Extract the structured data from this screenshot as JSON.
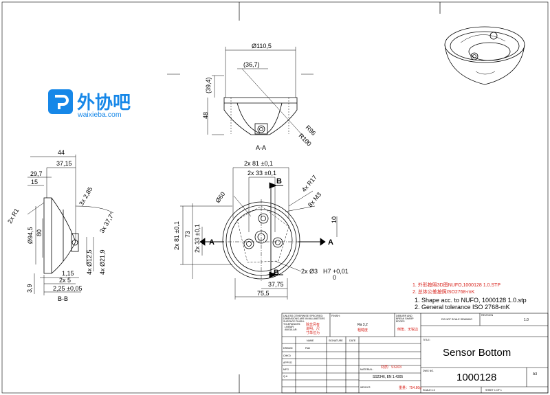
{
  "logo": {
    "name_cn": "外协吧",
    "url": "waixieba.com"
  },
  "section_a": {
    "label": "A-A",
    "dims": {
      "d_outer": "Ø110,5",
      "inner": "(36,7)",
      "h1": "(39,4)",
      "h2": "48",
      "r1": "R96",
      "r2": "R100"
    }
  },
  "section_b": {
    "label": "B-B",
    "dims": {
      "w44": "44",
      "w3715": "37,15",
      "w297": "29,7",
      "w15": "15",
      "r1": "2x R1",
      "c285": "3x 2,85",
      "ang": "3x 37,7°",
      "d945": "Ø94,5",
      "h80": "80",
      "d125": "4x Ø12,5",
      "d219": "4x Ø21,9",
      "t39": "3,9",
      "t115": "1,15",
      "t25": "2x 5",
      "t225": "2,25 ±0,05"
    }
  },
  "top_view": {
    "dims": {
      "w81": "2x 81 ±0,1",
      "w33": "2x 33 ±0,1",
      "d60": "Ø60",
      "r17": "4x R17",
      "m3": "8x M3",
      "h81": "2x 81 ±0,1",
      "h73": "73",
      "h33": "2x 33 ±0,1",
      "h10": "10",
      "d3": "2x Ø3",
      "tol_h7": "H7 +0,01",
      "tol_0": "0",
      "w3775": "37,75",
      "w755": "75,5"
    },
    "section_marks": {
      "a": "A",
      "b": "B"
    }
  },
  "notes": {
    "red": [
      "1. 外形按照3D图NUFO,1000128 1.0.STP",
      "2. 总体公差按照ISO2768-mK"
    ],
    "black": [
      "1.    Shape acc. to NUFO, 1000128 1.0.stp",
      "2.    General tolerance ISO 2768-mK"
    ]
  },
  "title_block": {
    "spec_lines": [
      "UNLESS OTHERWISE SPECIFIED:",
      "DIMENSIONS ARE IN MILLIMETERS",
      "SURFACE FINISH:",
      "TOLERANCES:",
      "LINEAR:",
      "ANGULAR:"
    ],
    "spec_red": [
      "除非另有",
      "说明，尺",
      "寸单位为"
    ],
    "finish_label": "FINISH:",
    "finish_value": "Ra 3,2",
    "finish_red": "粗糙度",
    "deburr_lines": [
      "DEBURR AND",
      "BREAK SHARP",
      "EDGES"
    ],
    "deburr_red": "倒角、无锐边",
    "not_scale": "DO NOT SCALE DRAWING",
    "revision_label": "REVISION",
    "revision": "1.0",
    "col_name": "NAME",
    "col_signature": "SIGNATURE",
    "col_date": "DATE",
    "rows": [
      "DRAWN",
      "CHK'D",
      "APPV'D",
      "MFG",
      "Q.A"
    ],
    "drawn_name": "Patil",
    "material_label": "MATERIAL:",
    "material_red": "材质：SS303",
    "material_value": "SS2346, EN 1.4305",
    "weight_label": "WEIGHT:",
    "weight_red": "重量：754.80g",
    "title_label": "TITLE:",
    "title": "Sensor Bottom",
    "dwg_label": "DWG NO.",
    "dwg_no": "1000128",
    "size": "A3",
    "scale": "SCALE:1:2",
    "sheet": "SHEET 1 OF 1"
  }
}
